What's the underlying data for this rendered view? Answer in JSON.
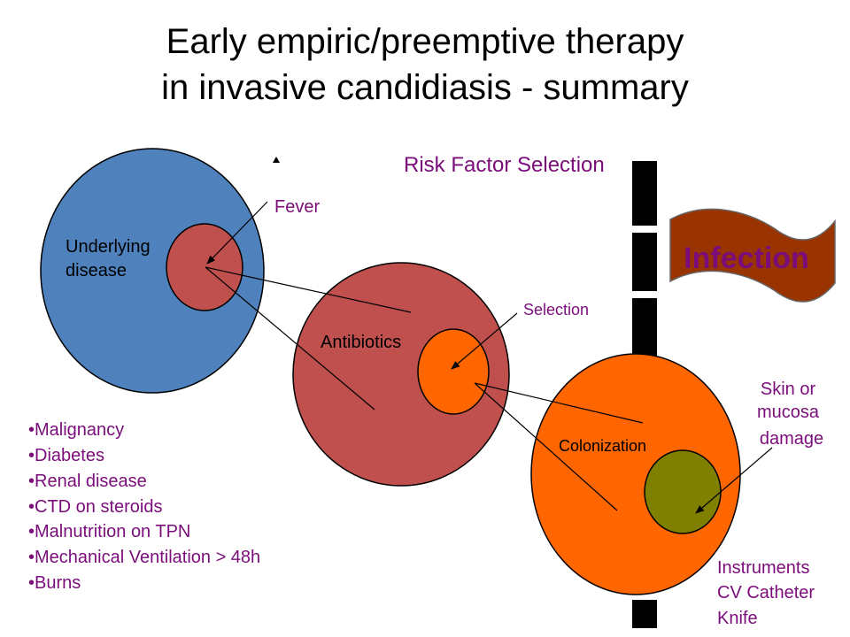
{
  "title": {
    "line1": "Early empiric/preemptive therapy",
    "line2": "in invasive candidiasis - summary"
  },
  "risk_factor_label": "Risk Factor Selection",
  "flag_label": "Infection",
  "circles": {
    "underlying": {
      "line1": "Underlying",
      "line2": "disease",
      "color": "#4f81bd"
    },
    "fever": {
      "label": "Fever",
      "color": "#c0504d"
    },
    "antibiotics": {
      "label": "Antibiotics",
      "color": "#c0504d"
    },
    "selection": {
      "label": "Selection",
      "color": "#ff6600"
    },
    "colonization": {
      "label": "Colonization",
      "color": "#ff6600"
    },
    "skin": {
      "line1": "Skin or",
      "line2": "mucosa",
      "line3": "damage",
      "color": "#7f7f00"
    }
  },
  "risk_list": [
    "•Malignancy",
    "•Diabetes",
    "•Renal disease",
    "•CTD on steroids",
    "•Malnutrition on TPN",
    "•Mechanical Ventilation > 48h",
    "•Burns"
  ],
  "instruments": [
    "Instruments",
    "CV Catheter",
    "Knife"
  ],
  "colors": {
    "purple_text": "#7a0d7a",
    "flag": "#993300",
    "barrier": "#000000"
  }
}
